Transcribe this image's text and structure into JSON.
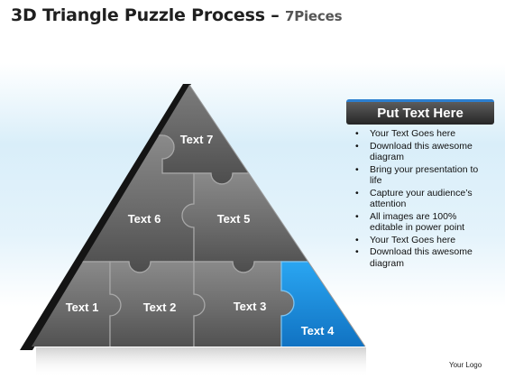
{
  "title": {
    "main": "3D Triangle Puzzle Process – ",
    "sub": "7Pieces"
  },
  "pieces": [
    {
      "label": "Text 1"
    },
    {
      "label": "Text 2"
    },
    {
      "label": "Text 3"
    },
    {
      "label": "Text 4"
    },
    {
      "label": "Text 5"
    },
    {
      "label": "Text 6"
    },
    {
      "label": "Text 7"
    }
  ],
  "panel": {
    "header": "Put Text Here",
    "bullets": [
      "Your Text Goes here",
      "Download this awesome diagram",
      "Bring your presentation to life",
      "Capture your audience’s attention",
      "All images are 100% editable in power point",
      "Your Text Goes here",
      "Download this awesome diagram"
    ]
  },
  "footer": {
    "logo": "Your Logo"
  },
  "colors": {
    "piece_gray": "#6b6b6b",
    "piece_highlight": "#1a8fe0",
    "edge_dark": "#141414",
    "header_accent": "#2c7fd0"
  }
}
